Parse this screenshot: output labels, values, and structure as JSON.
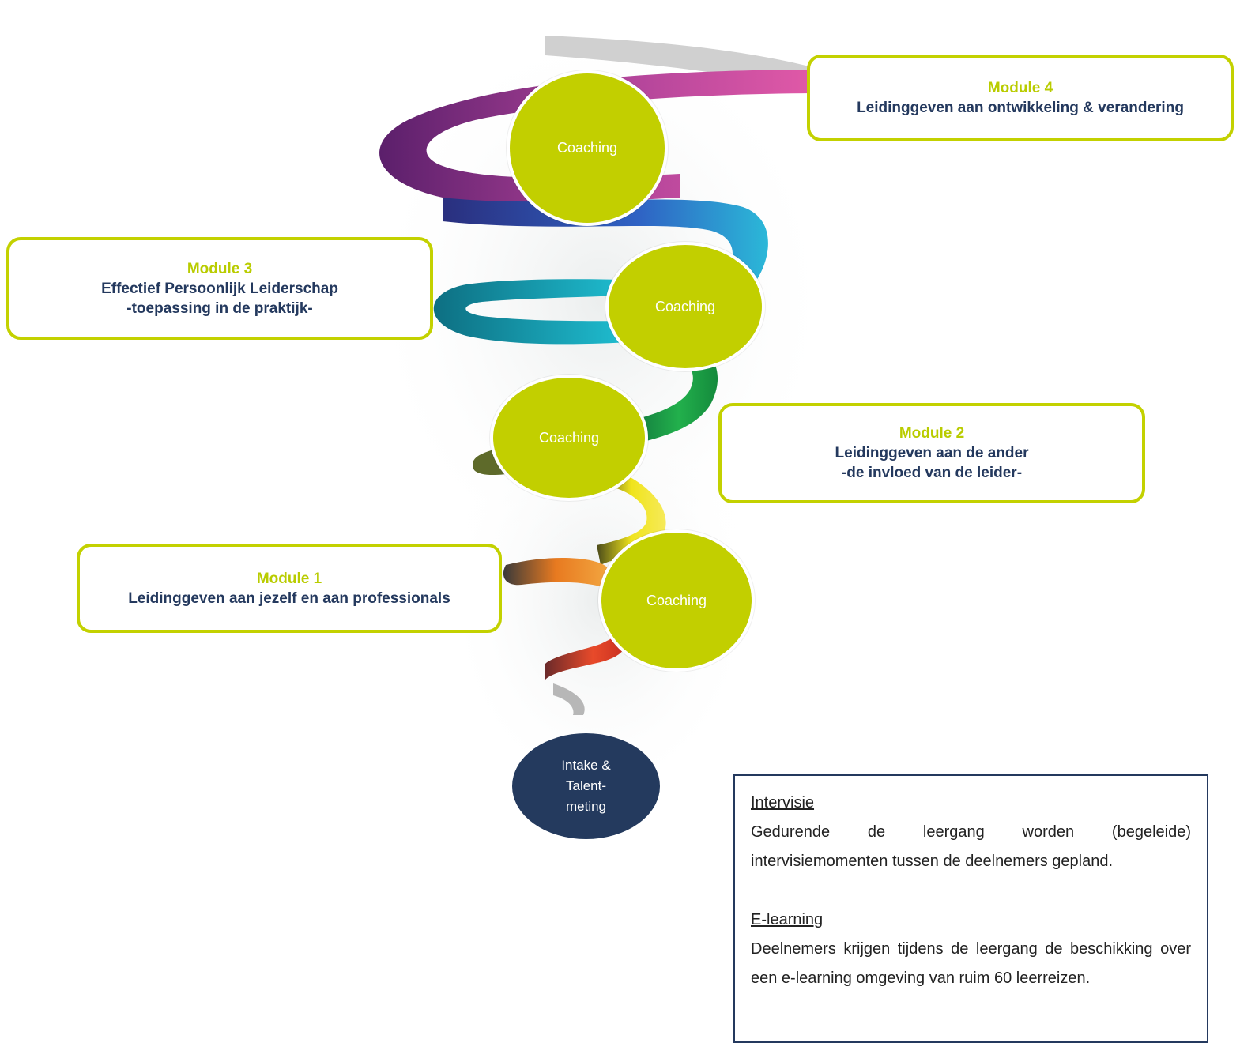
{
  "modules": [
    {
      "title": "Module 4",
      "lines": [
        "Leidinggeven aan ontwikkeling & verandering"
      ]
    },
    {
      "title": "Module 3",
      "lines": [
        "Effectief Persoonlijk Leiderschap",
        "-toepassing in de praktijk-"
      ]
    },
    {
      "title": "Module 2",
      "lines": [
        "Leidinggeven aan de ander",
        "-de invloed van de leider-"
      ]
    },
    {
      "title": "Module 1",
      "lines": [
        "Leidinggeven aan jezelf en aan professionals"
      ]
    }
  ],
  "coaching": [
    "Coaching",
    "Coaching",
    "Coaching",
    "Coaching"
  ],
  "intake": {
    "lines": [
      "Intake &",
      "Talent-",
      "meting"
    ]
  },
  "info": {
    "intervisie_title": "Intervisie",
    "intervisie_text": "Gedurende de leergang worden (begeleide) intervisiemomenten tussen de deelnemers gepland.",
    "elearning_title": "E-learning",
    "elearning_text": "Deelnemers krijgen tijdens de leergang de beschikking over een e-learning omgeving van ruim 60 leerreizen."
  },
  "colors": {
    "accent_green": "#c2cf00",
    "navy": "#243a5e",
    "spiral": [
      "#e8452b",
      "#f0e21a",
      "#1fa64a",
      "#19b5c8",
      "#2d54b8",
      "#5a2d8c",
      "#e24fa4"
    ]
  }
}
